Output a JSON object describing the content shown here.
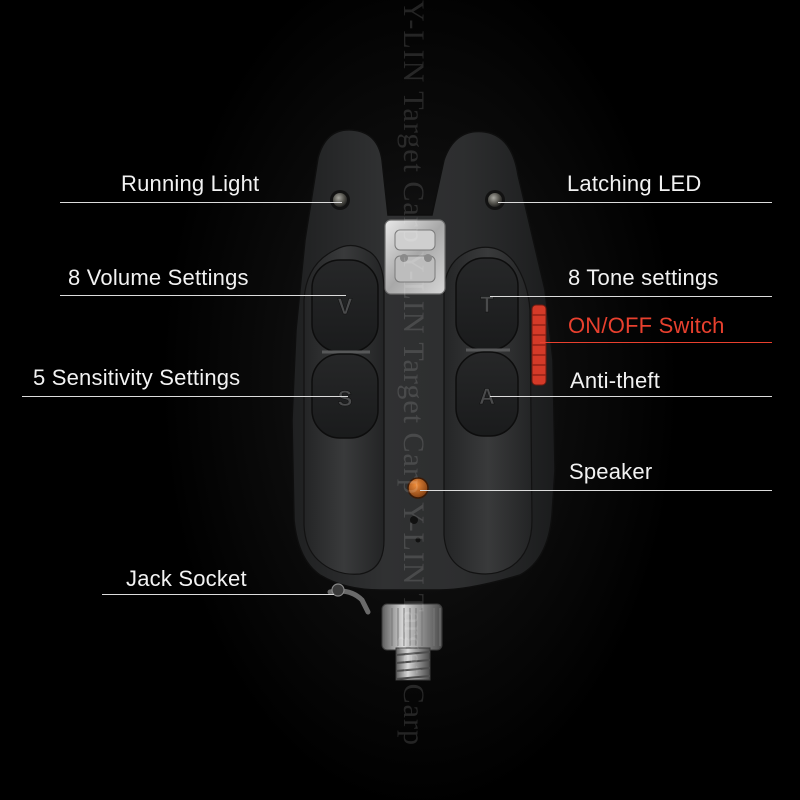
{
  "watermark": "Y-LIN Target Carp Y-LIN Target Carp Y-LIN Target Carp",
  "keys": {
    "volume": "V",
    "sensitivity": "S",
    "tone": "T",
    "antitheft": "A"
  },
  "callouts": {
    "running_light": "Running Light",
    "latching_led": "Latching LED",
    "volume_settings": "8 Volume Settings",
    "tone_settings": "8 Tone settings",
    "onoff_switch": "ON/OFF Switch",
    "sensitivity_settings": "5 Sensitivity Settings",
    "anti_theft": "Anti-theft",
    "speaker": "Speaker",
    "jack_socket": "Jack Socket"
  },
  "colors": {
    "background": "#000000",
    "body": "#2a2b2c",
    "label": "#f2f2f2",
    "switch_accent": "#e8402e",
    "speaker": "#c0631c"
  }
}
